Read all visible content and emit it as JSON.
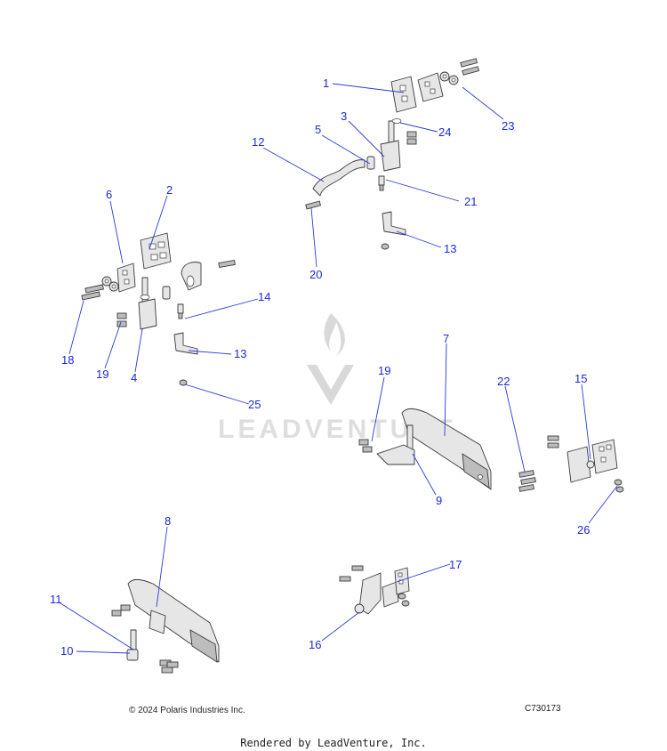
{
  "callouts": [
    {
      "label": "1"
    },
    {
      "label": "23"
    },
    {
      "label": "3"
    },
    {
      "label": "24"
    },
    {
      "label": "5"
    },
    {
      "label": "12"
    },
    {
      "label": "21"
    },
    {
      "label": "13"
    },
    {
      "label": "20"
    },
    {
      "label": "6"
    },
    {
      "label": "2"
    },
    {
      "label": "14"
    },
    {
      "label": "18"
    },
    {
      "label": "19"
    },
    {
      "label": "4"
    },
    {
      "label": "13"
    },
    {
      "label": "25"
    },
    {
      "label": "7"
    },
    {
      "label": "19"
    },
    {
      "label": "22"
    },
    {
      "label": "15"
    },
    {
      "label": "9"
    },
    {
      "label": "26"
    },
    {
      "label": "8"
    },
    {
      "label": "17"
    },
    {
      "label": "11"
    },
    {
      "label": "10"
    },
    {
      "label": "16"
    }
  ],
  "watermark": {
    "text": "LEADVENTURE"
  },
  "footer": {
    "copyright": "© 2024 Polaris Industries Inc.",
    "figure_id": "C730173",
    "rendered_by": "Rendered by LeadVenture, Inc."
  }
}
